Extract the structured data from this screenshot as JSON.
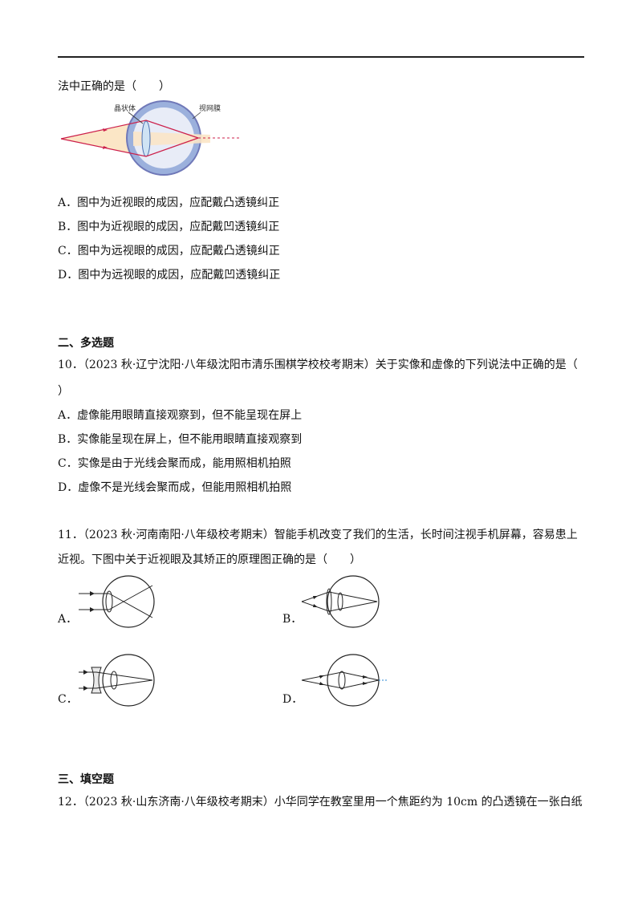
{
  "q9": {
    "stem_tail": "法中正确的是（　　）",
    "figure_labels": {
      "lens": "晶状体",
      "retina": "视网膜"
    },
    "options": [
      "A．图中为近视眼的成因，应配戴凸透镜纠正",
      "B．图中为近视眼的成因，应配戴凹透镜纠正",
      "C．图中为远视眼的成因，应配戴凸透镜纠正",
      "D．图中为远视眼的成因，应配戴凹透镜纠正"
    ]
  },
  "section2": {
    "heading": "二、多选题"
  },
  "q10": {
    "line1": "10．（2023 秋·辽宁沈阳·八年级沈阳市清乐围棋学校校考期末）关于实像和虚像的下列说法中正确的是（",
    "line2": "）",
    "options": [
      "A．虚像能用眼睛直接观察到，但不能呈现在屏上",
      "B．实像能呈现在屏上，但不能用眼睛直接观察到",
      "C．实像是由于光线会聚而成，能用照相机拍照",
      "D．虚像不是光线会聚而成，但能用照相机拍照"
    ]
  },
  "q11": {
    "line1": "11．（2023 秋·河南南阳·八年级校考期末）智能手机改变了我们的生活，长时间注视手机屏幕，容易患上",
    "line2": "近视。下图中关于近视眼及其矫正的原理图正确的是（　　）",
    "option_labels": [
      "A．",
      "B．",
      "C．",
      "D．"
    ]
  },
  "section3": {
    "heading": "三、填空题"
  },
  "q12": {
    "line1": "12．（2023 秋·山东济南·八年级校考期末）小华同学在教室里用一个焦距约为  10cm  的凸透镜在一张白纸"
  }
}
